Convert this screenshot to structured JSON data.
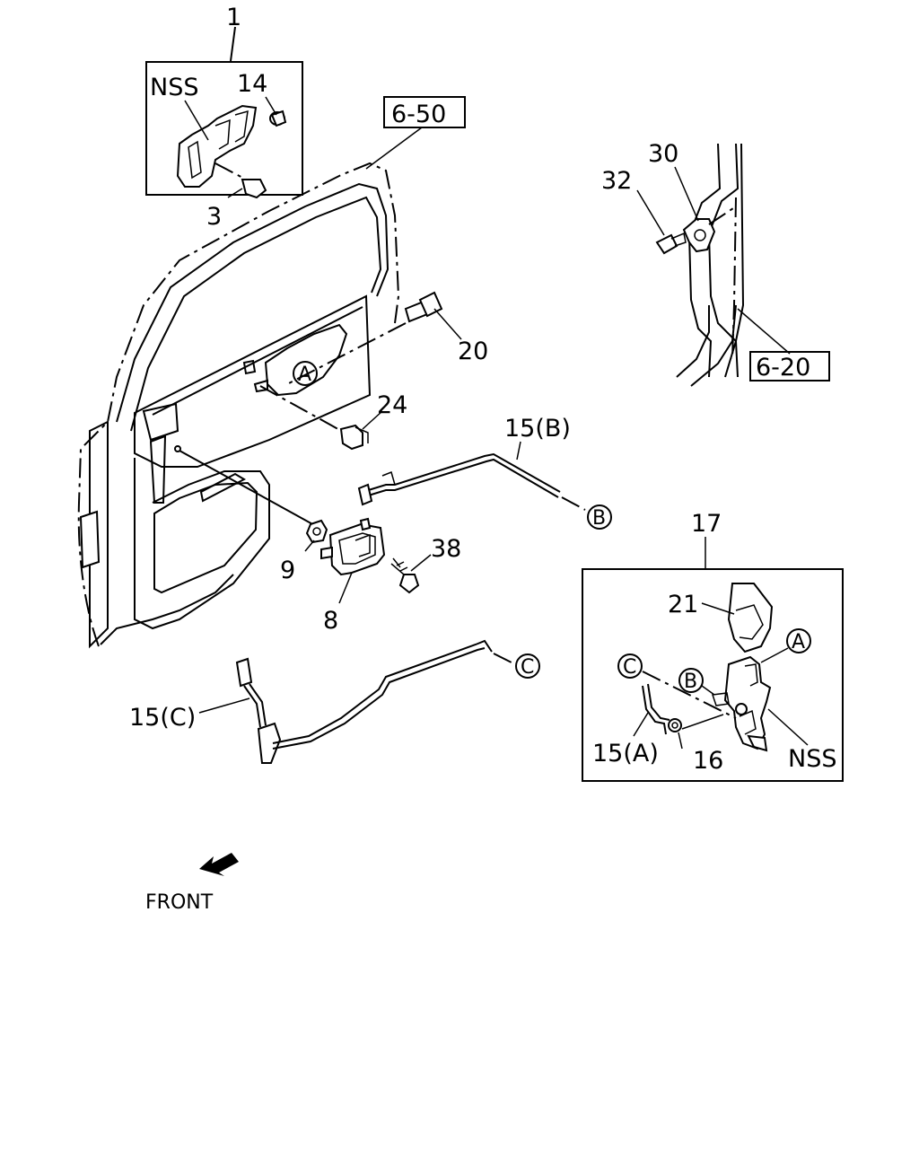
{
  "callouts": {
    "c1": "1",
    "nss1": "NSS",
    "c14": "14",
    "c3": "3",
    "ref650": "6-50",
    "c30": "30",
    "c32": "32",
    "ref620": "6-20",
    "c20": "20",
    "c24": "24",
    "c15b": "15(B)",
    "c9": "9",
    "c38": "38",
    "c8": "8",
    "c17": "17",
    "c21": "21",
    "c15c": "15(C)",
    "c15a": "15(A)",
    "c16": "16",
    "nss2": "NSS"
  },
  "markers": {
    "a_door": "A",
    "b_rod": "B",
    "c_rod": "C",
    "a_box": "A",
    "b_box": "B",
    "c_box": "C"
  },
  "direction": {
    "label": "FRONT"
  }
}
